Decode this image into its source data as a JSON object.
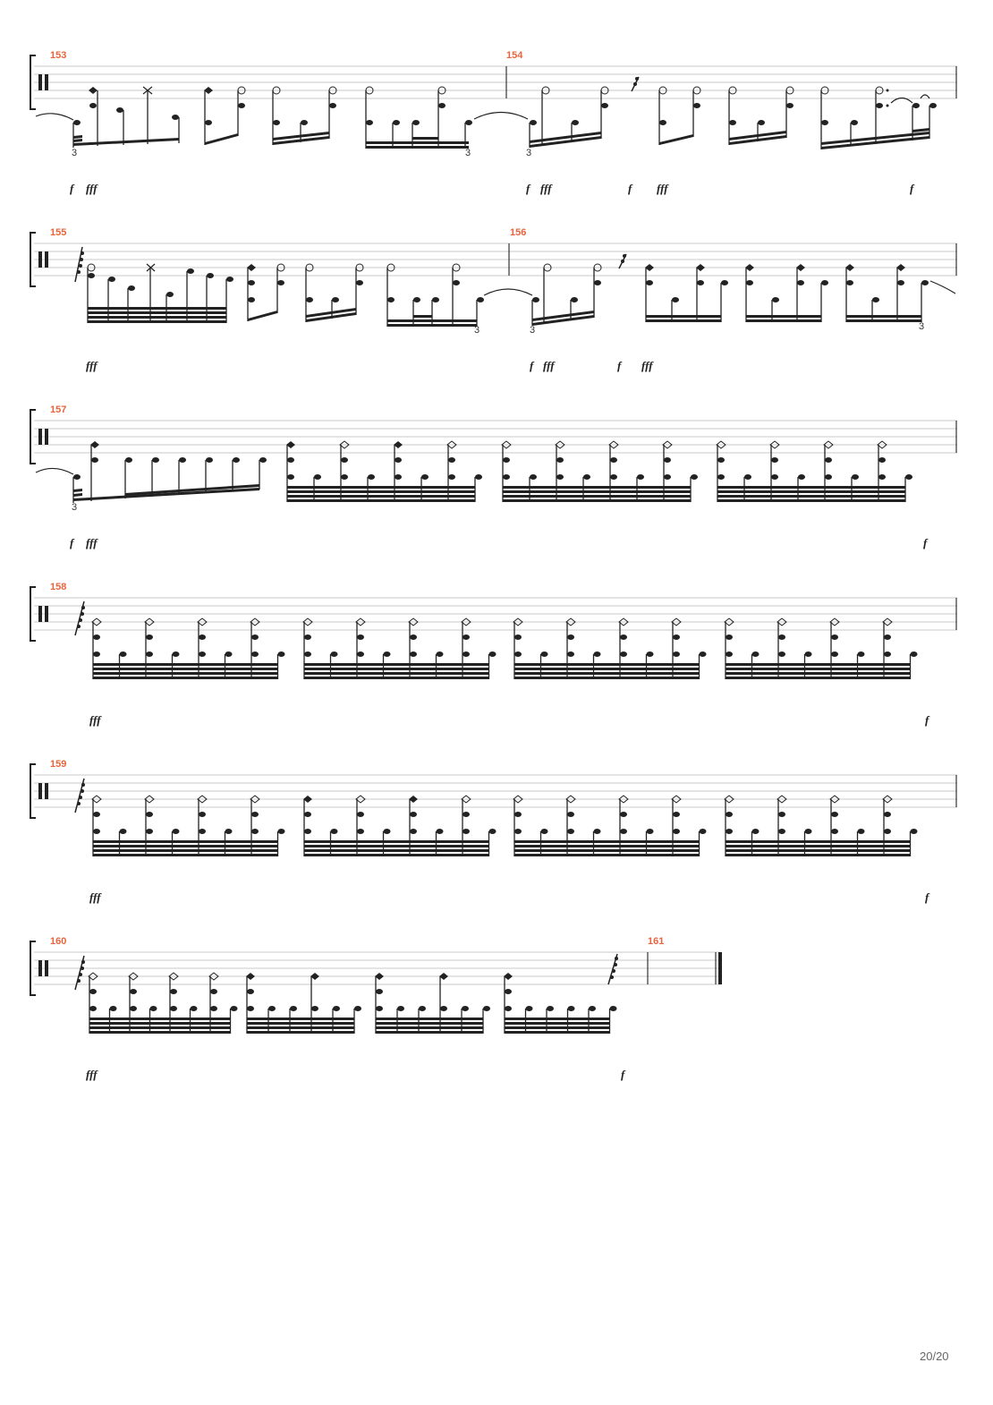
{
  "page": {
    "number": "20/20"
  },
  "colors": {
    "measure_number": "#e8643c",
    "ink": "#222222",
    "staff_line": "#c8c8c8"
  },
  "systems": [
    {
      "measures": [
        "153",
        "154"
      ],
      "dynamics": [
        "f",
        "fff",
        "f",
        "fff",
        "f",
        "fff",
        "f"
      ],
      "tuplets": [
        "3",
        "3",
        "3"
      ]
    },
    {
      "measures": [
        "155",
        "156"
      ],
      "dynamics": [
        "fff",
        "f",
        "fff",
        "f",
        "fff"
      ],
      "tuplets": [
        "3",
        "3",
        "3"
      ]
    },
    {
      "measures": [
        "157"
      ],
      "dynamics": [
        "f",
        "fff",
        "f"
      ],
      "tuplets": [
        "3"
      ]
    },
    {
      "measures": [
        "158"
      ],
      "dynamics": [
        "fff",
        "f"
      ],
      "tuplets": []
    },
    {
      "measures": [
        "159"
      ],
      "dynamics": [
        "fff",
        "f"
      ],
      "tuplets": []
    },
    {
      "measures": [
        "160",
        "161"
      ],
      "dynamics": [
        "fff",
        "f"
      ],
      "tuplets": []
    }
  ]
}
